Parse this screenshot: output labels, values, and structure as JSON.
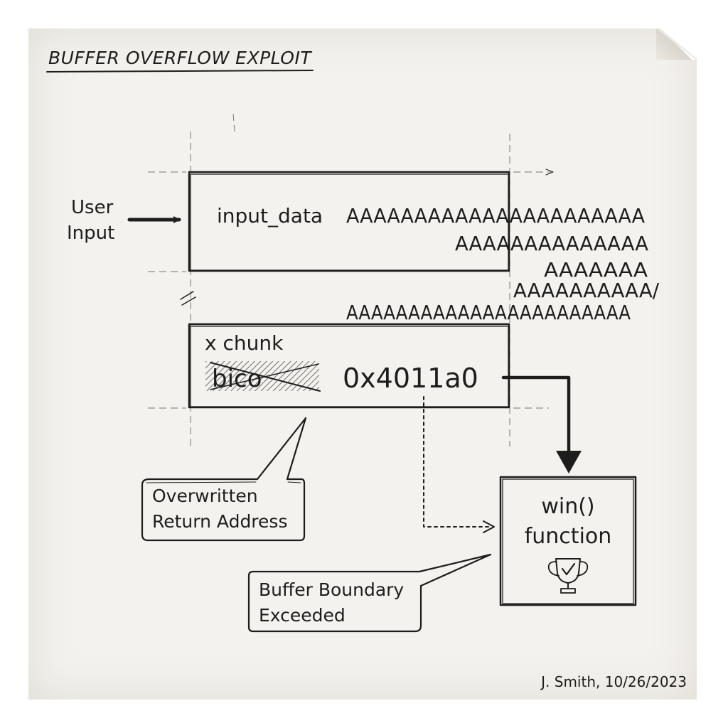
{
  "title": "BUFFER OVERFLOW EXPLOIT",
  "user_input_label": [
    "User",
    "Input"
  ],
  "buffer_box": {
    "variable": "input_data",
    "overflow_lines": [
      "AAAAAAAAAAAAAAAAAAAAAA",
      "AAAAAAAAAAAAAA",
      "AAAAAAA",
      "AAAAAAAAAA/",
      "AAAAAAAAAAAAAAAAAAAAAAA"
    ]
  },
  "stack_box": {
    "label": "x chunk",
    "crossed_out": "bico",
    "address": "0x4011a0"
  },
  "callout_return": [
    "Overwritten",
    "Return Address"
  ],
  "callout_boundary": [
    "Buffer Boundary",
    "Exceeded"
  ],
  "win_box": [
    "win()",
    "function"
  ],
  "signature": "J. Smith, 10/26/2023",
  "icons": {
    "trophy": "trophy-icon"
  },
  "colors": {
    "ink": "#1d1d1d",
    "paper": "#f3f2ee"
  }
}
